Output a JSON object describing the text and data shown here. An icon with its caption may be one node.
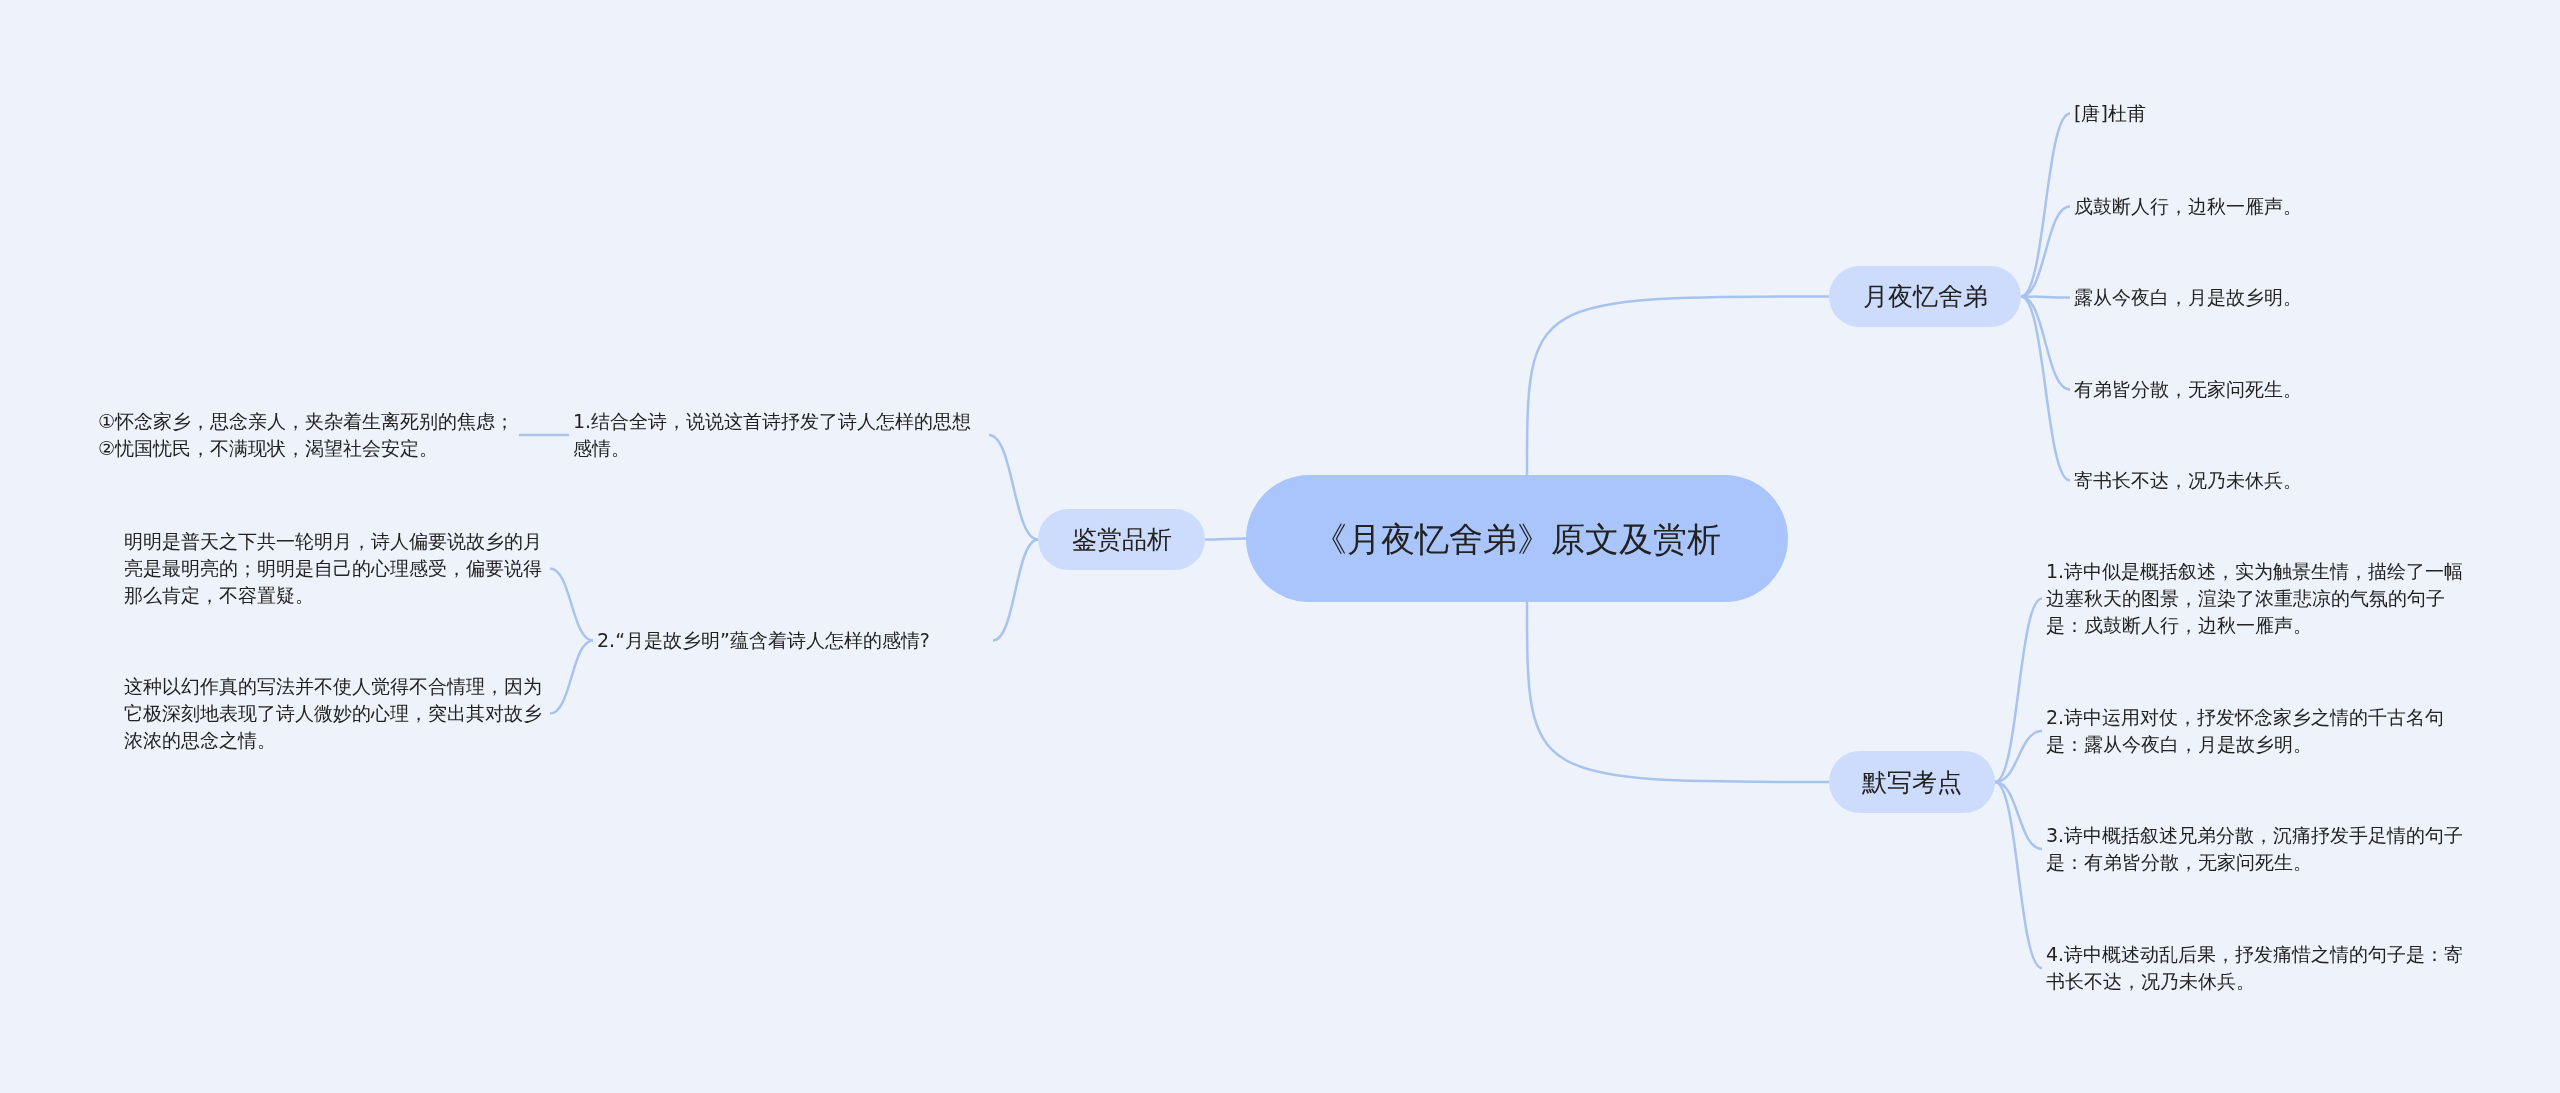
{
  "diagram": {
    "nodes": [
      {
        "text": [
          "《月夜忆舍弟》原文及赏析"
        ]
      },
      {
        "text": [
          "月夜忆舍弟"
        ]
      },
      {
        "text": [
          "[唐]杜甫"
        ]
      },
      {
        "text": [
          "戍鼓断人行，边秋一雁声。"
        ]
      },
      {
        "text": [
          "露从今夜白，月是故乡明。"
        ]
      },
      {
        "text": [
          "有弟皆分散，无家问死生。"
        ]
      },
      {
        "text": [
          "寄书长不达，况乃未休兵。"
        ]
      },
      {
        "text": [
          "默写考点"
        ]
      },
      {
        "text": [
          "1.诗中似是概括叙述，实为触景生情，描绘了一幅边塞秋天的图景，渲染了浓重悲凉的气氛的句子是：戍鼓断人行，边秋一雁声。"
        ]
      },
      {
        "text": [
          "2.诗中运用对仗，抒发怀念家乡之情的千古名句是：露从今夜白，月是故乡明。"
        ]
      },
      {
        "text": [
          "3.诗中概括叙述兄弟分散，沉痛抒发手足情的句子是：有弟皆分散，无家问死生。"
        ]
      },
      {
        "text": [
          "4.诗中概述动乱后果，抒发痛惜之情的句子是：寄书长不达，况乃未休兵。"
        ]
      },
      {
        "text": [
          "鉴赏品析"
        ]
      },
      {
        "text": [
          "1.结合全诗，说说这首诗抒发了诗人怎样的思想感情。"
        ]
      },
      {
        "text": [
          "①怀念家乡，思念亲人，夹杂着生离死别的焦虑；②忧国忧民，不满现状，渴望社会安定。"
        ]
      },
      {
        "text": [
          "2.“月是故乡明”蕴含着诗人怎样的感情?"
        ]
      },
      {
        "text": [
          "明明是普天之下共一轮明月，诗人偏要说故乡的月亮是最明亮的；明明是自己的心理感受，偏要说得那么肯定，不容置疑。"
        ]
      },
      {
        "text": [
          "这种以幻作真的写法并不使人觉得不合情理，因为它极深刻地表现了诗人微妙的心理，突出其对故乡浓浓的思念之情。"
        ]
      }
    ],
    "edges": [
      {
        "from": 0,
        "to": 1,
        "arrow": "none"
      },
      {
        "from": 1,
        "to": 2,
        "arrow": "none"
      },
      {
        "from": 1,
        "to": 3,
        "arrow": "none"
      },
      {
        "from": 1,
        "to": 4,
        "arrow": "none"
      },
      {
        "from": 1,
        "to": 5,
        "arrow": "none"
      },
      {
        "from": 1,
        "to": 6,
        "arrow": "none"
      },
      {
        "from": 0,
        "to": 7,
        "arrow": "none"
      },
      {
        "from": 7,
        "to": 8,
        "arrow": "none"
      },
      {
        "from": 7,
        "to": 9,
        "arrow": "none"
      },
      {
        "from": 7,
        "to": 10,
        "arrow": "none"
      },
      {
        "from": 7,
        "to": 11,
        "arrow": "none"
      },
      {
        "from": 0,
        "to": 12,
        "arrow": "none"
      },
      {
        "from": 12,
        "to": 13,
        "arrow": "none"
      },
      {
        "from": 13,
        "to": 14,
        "arrow": "none"
      },
      {
        "from": 12,
        "to": 15,
        "arrow": "none"
      },
      {
        "from": 15,
        "to": 16,
        "arrow": "none"
      },
      {
        "from": 15,
        "to": 17,
        "arrow": "none"
      }
    ]
  }
}
